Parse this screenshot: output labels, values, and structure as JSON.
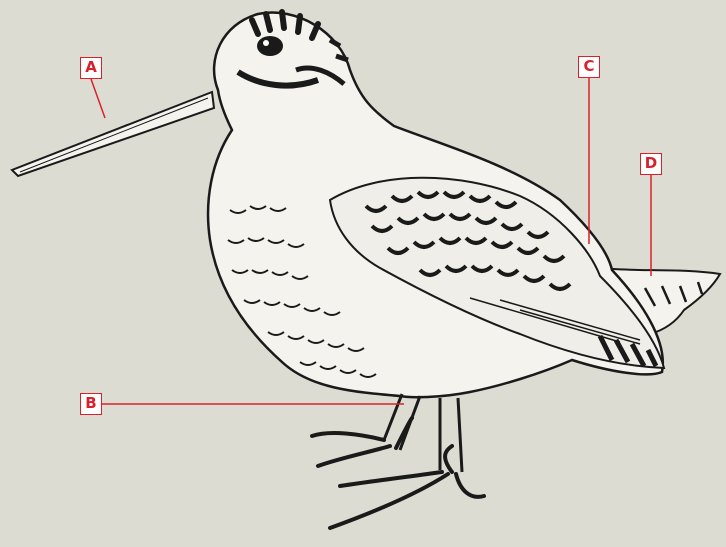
{
  "labels": {
    "a": "A",
    "b": "B",
    "c": "C",
    "d": "D"
  },
  "colors": {
    "background": "#dcdcd2",
    "label_accent": "#d9212b",
    "label_fill": "#ffffff",
    "ink": "#1a1a1a",
    "bird_fill": "#f4f3ee"
  }
}
